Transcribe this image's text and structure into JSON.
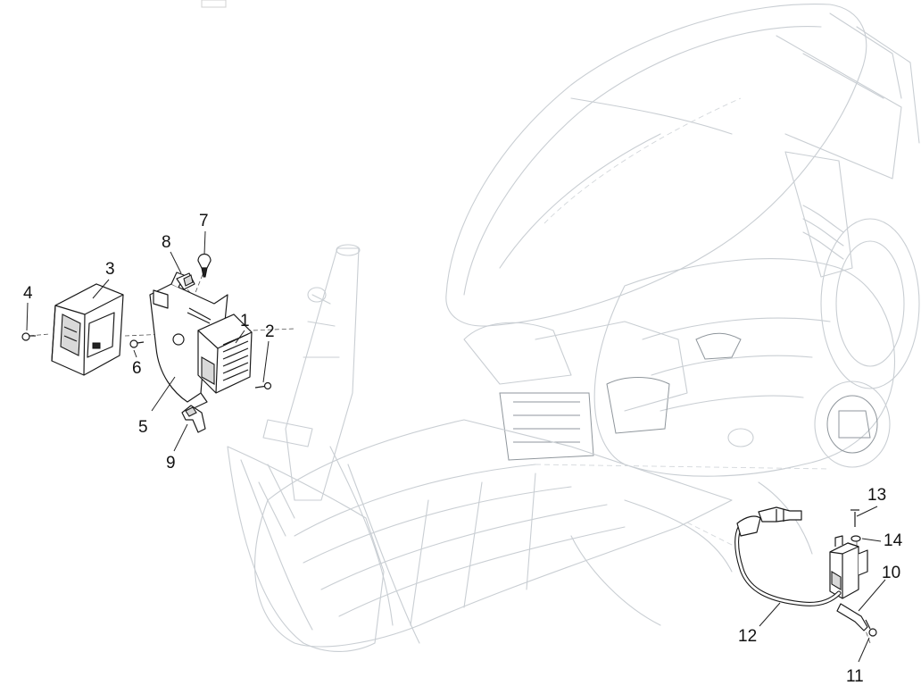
{
  "diagram": {
    "callouts": [
      {
        "id": "c1",
        "text": "1"
      },
      {
        "id": "c2",
        "text": "2"
      },
      {
        "id": "c3",
        "text": "3"
      },
      {
        "id": "c4",
        "text": "4"
      },
      {
        "id": "c5",
        "text": "5"
      },
      {
        "id": "c6",
        "text": "6"
      },
      {
        "id": "c7",
        "text": "7"
      },
      {
        "id": "c8",
        "text": "8"
      },
      {
        "id": "c9",
        "text": "9"
      },
      {
        "id": "c10",
        "text": "10"
      },
      {
        "id": "c11",
        "text": "11"
      },
      {
        "id": "c12",
        "text": "12"
      },
      {
        "id": "c13",
        "text": "13"
      },
      {
        "id": "c14",
        "text": "14"
      }
    ],
    "colors": {
      "line": "#1a1a1a",
      "ghost": "#c9ced3",
      "background": "#ffffff"
    }
  }
}
